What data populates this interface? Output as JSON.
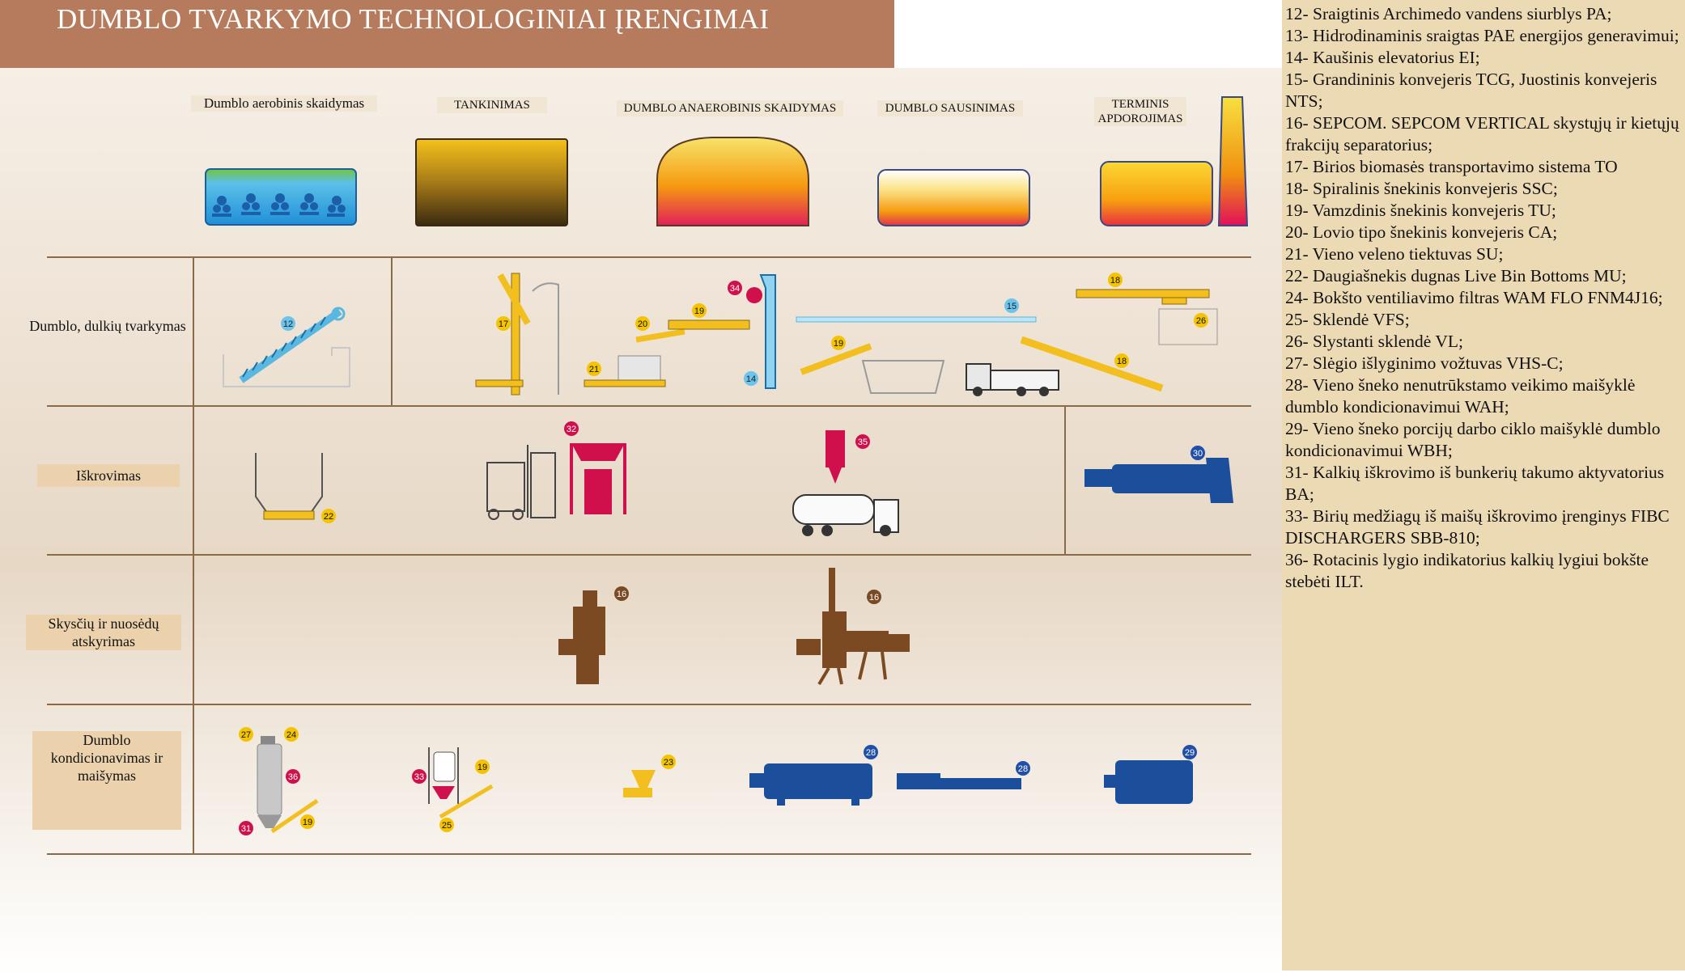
{
  "title": "DUMBLO TVARKYMO TECHNOLOGINIAI ĮRENGIMAI",
  "categories": [
    {
      "label": "Dumblo aerobinis skaidymas"
    },
    {
      "label": "TANKINIMAS"
    },
    {
      "label": "DUMBLO ANAEROBINIS SKAIDYMAS"
    },
    {
      "label": "DUMBLO SAUSINIMAS"
    },
    {
      "label": "TERMINIS APDOROJIMAS"
    }
  ],
  "rows": [
    {
      "label": "Dumblo, dulkių tvarkymas"
    },
    {
      "label": "Iškrovimas"
    },
    {
      "label": "Skysčių ir nuosėdų atskyrimas"
    },
    {
      "label": "Dumblo kondicionavimas ir maišymas"
    }
  ],
  "markers": {
    "m12": "12",
    "m17": "17",
    "m20": "20",
    "m19a": "19",
    "m21": "21",
    "m34": "34",
    "m14": "14",
    "m15": "15",
    "m19b": "19",
    "m18a": "18",
    "m26": "26",
    "m18b": "18",
    "m22": "22",
    "m32": "32",
    "m35": "35",
    "m30": "30",
    "m16a": "16",
    "m16b": "16",
    "m27": "27",
    "m24": "24",
    "m36": "36",
    "m31": "31",
    "m19c": "19",
    "m33": "33",
    "m19d": "19",
    "m25": "25",
    "m23": "23",
    "m28a": "28",
    "m28b": "28",
    "m29": "29"
  },
  "legend": [
    "12- Sraigtinis Archimedo vandens siurblys PA;",
    "13- Hidrodinaminis sraigtas PAE energijos generavimui;",
    "14- Kaušinis elevatorius EI;",
    "15- Grandininis konvejeris TCG, Juostinis konvejeris NTS;",
    "16- SEPCOM. SEPCOM VERTICAL skystųjų ir kietųjų frakcijų separatorius;",
    "17- Birios biomasės transportavimo sistema TO",
    "18- Spiralinis šnekinis konvejeris SSC;",
    "19- Vamzdinis šnekinis konvejeris TU;",
    "20- Lovio tipo šnekinis konvejeris CA;",
    "21- Vieno veleno tiektuvas SU;",
    "22- Daugiašnekis dugnas Live Bin Bottoms MU;",
    "24- Bokšto ventiliavimo filtras WAM FLO FNM4J16;",
    "25- Sklendė VFS;",
    "26- Slystanti sklendė VL;",
    "27- Slėgio išlyginimo vožtuvas VHS-C;",
    "28- Vieno šneko nenutrūkstamo veikimo maišyklė dumblo kondicionavimui WAH;",
    "29- Vieno šneko porcijų darbo ciklo maišyklė dumblo kondicionavimui WBH;",
    "31- Kalkių iškrovimo iš bunkerių takumo aktyvatorius BA;",
    "33- Birių medžiagų iš maišų iškrovimo įrenginys FIBC DISCHARGERS SBB-810;",
    "36- Rotacinis lygio indikatorius kalkių lygiui bokšte stebėti ILT."
  ],
  "colors": {
    "title_bg": "#b67b5c",
    "legend_bg": "#ecdab5",
    "grid_line": "#8a6a48",
    "marker_yellow": "#f5c400",
    "marker_blue": "#1f4fa8",
    "marker_red": "#d0104c",
    "marker_brown": "#7a4a24",
    "marker_light_blue": "#6ec3e8",
    "equipment_yellow": "#f2bf1e",
    "equipment_blue": "#1b4f9c",
    "equipment_brown": "#7b4a22"
  }
}
